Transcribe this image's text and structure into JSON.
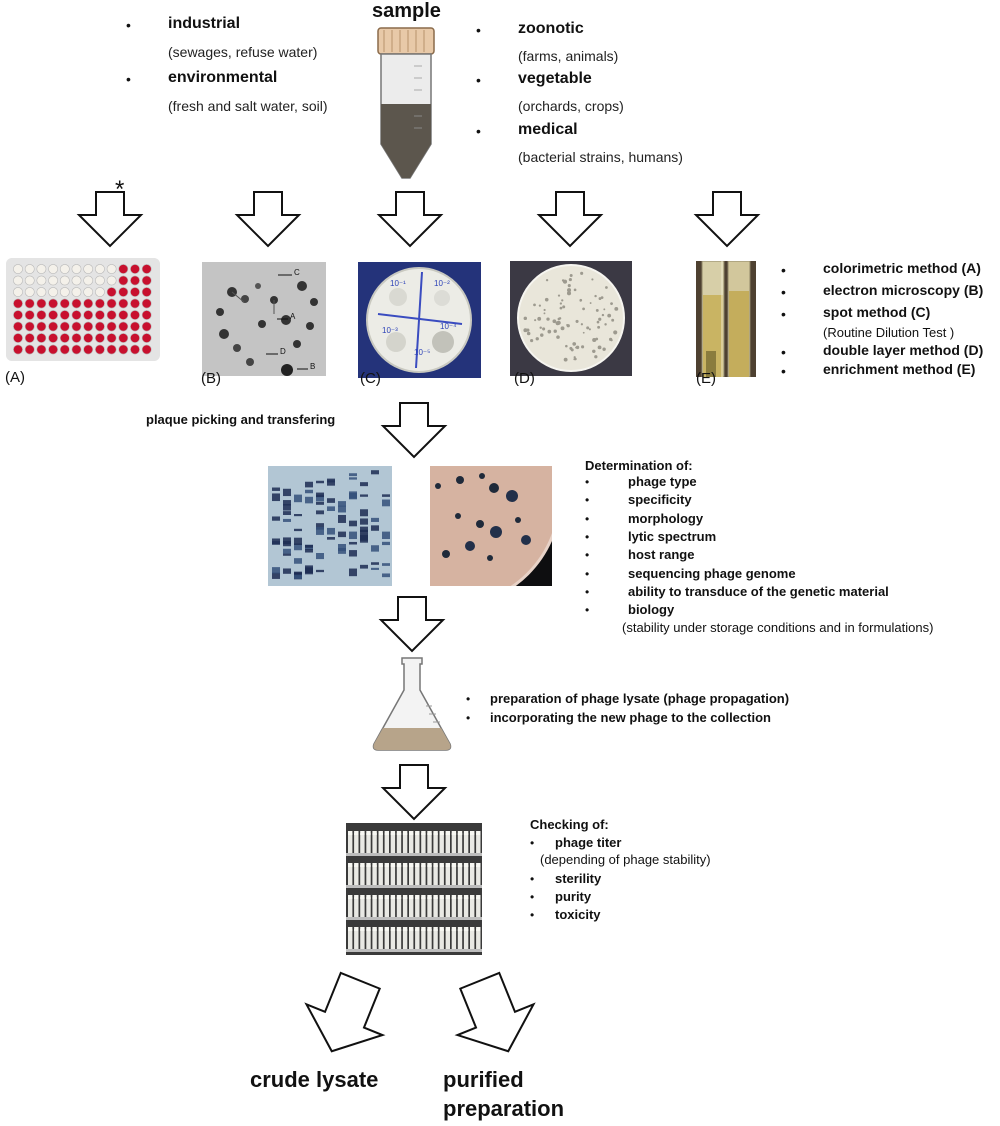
{
  "sample": {
    "title": "sample",
    "sources_left": [
      {
        "name": "industrial",
        "detail": "(sewages, refuse water)"
      },
      {
        "name": "environmental",
        "detail": "(fresh and salt water, soil)"
      }
    ],
    "sources_right": [
      {
        "name": "zoonotic",
        "detail": "(farms, animals)"
      },
      {
        "name": "vegetable",
        "detail": "(orchards, crops)"
      },
      {
        "name": "medical",
        "detail": "(bacterial strains, humans)"
      }
    ]
  },
  "asterisk": "*",
  "panels": {
    "a_label": "(A)",
    "b_label": "(B)",
    "c_label": "(C)",
    "d_label": "(D)",
    "e_label": "(E)",
    "em_labels": [
      "C",
      "A",
      "D",
      "B"
    ],
    "plate_labels": [
      "10⁻¹",
      "10⁻²",
      "10⁻³",
      "10⁻⁴",
      "10⁻⁵"
    ]
  },
  "methods": {
    "items": [
      "colorimetric method (A)",
      "electron microscopy (B)",
      "spot method (C)",
      "double layer method (D)",
      "enrichment method (E)"
    ],
    "note": "(Routine Dilution Test )"
  },
  "step_plaque": "plaque picking and transfering",
  "determination": {
    "title": "Determination of:",
    "items": [
      "phage type",
      "specificity",
      "morphology",
      "lytic spectrum",
      "host range",
      "sequencing phage genome",
      "ability to transduce of the genetic material",
      "biology"
    ],
    "note": "(stability under storage conditions and in formulations)"
  },
  "lysate": {
    "items": [
      "preparation of phage lysate (phage propagation)",
      "incorporating the new phage to the collection"
    ]
  },
  "checking": {
    "title": "Checking of:",
    "items": [
      "phage titer",
      "sterility",
      "purity",
      "toxicity"
    ],
    "note": "(depending of phage stability)"
  },
  "outputs": {
    "crude": "crude lysate",
    "purified_line1": "purified",
    "purified_line2": "preparation"
  },
  "colors": {
    "tube_liquid": "#5c564d",
    "tube_cap": "#e8c9a8",
    "well_red": "#c8102e",
    "flask_liquid": "#b7a48a",
    "enrichment_yellow": "#c9b463"
  }
}
